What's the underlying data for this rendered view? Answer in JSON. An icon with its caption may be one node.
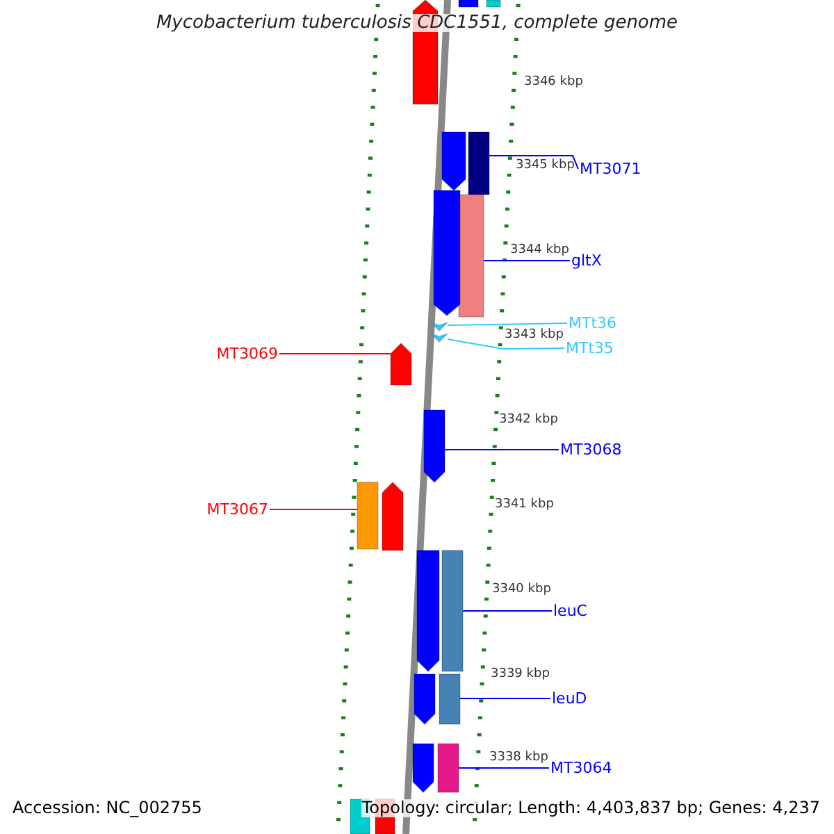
{
  "diagram": {
    "title": "Mycobacterium tuberculosis CDC1551, complete genome",
    "nodes": [
      {
        "text": [
          "MT3071"
        ]
      },
      {
        "text": [],
        "shape": "bar"
      },
      {
        "text": [
          "gltX"
        ]
      },
      {
        "text": [],
        "shape": "bar"
      },
      {
        "text": [
          "MTt36"
        ]
      },
      {
        "text": [],
        "shape": "bar"
      },
      {
        "text": [
          "MTt35"
        ]
      },
      {
        "text": [],
        "shape": "bar"
      },
      {
        "text": [
          "MT3069"
        ]
      },
      {
        "text": [],
        "shape": "bar"
      },
      {
        "text": [
          "MT3068"
        ]
      },
      {
        "text": [],
        "shape": "bar"
      },
      {
        "text": [
          "MT3067"
        ]
      },
      {
        "text": [],
        "shape": "bar"
      },
      {
        "text": [
          "leuC"
        ]
      },
      {
        "text": [],
        "shape": "bar"
      },
      {
        "text": [
          "leuD"
        ]
      },
      {
        "text": [],
        "shape": "bar"
      },
      {
        "text": [
          "MT3064"
        ]
      },
      {
        "text": [],
        "shape": "bar"
      },
      {
        "text": [],
        "shape": "bar"
      },
      {
        "text": [],
        "shape": "bar"
      },
      {
        "text": [],
        "shape": "bar"
      },
      {
        "text": [],
        "shape": "bar"
      },
      {
        "text": [],
        "shape": "bar"
      },
      {
        "text": [],
        "shape": "bar"
      },
      {
        "text": [],
        "shape": "bar"
      },
      {
        "text": [],
        "shape": "bar"
      },
      {
        "text": [],
        "shape": "bar"
      },
      {
        "text": [],
        "shape": "bar"
      },
      {
        "text": [],
        "shape": "bar"
      }
    ],
    "edges": [
      {
        "from": 0,
        "to": 1,
        "arrow": "none"
      },
      {
        "from": 2,
        "to": 3,
        "arrow": "none"
      },
      {
        "from": 4,
        "to": 5,
        "arrow": "none",
        "color": "#33ccff"
      },
      {
        "from": 6,
        "to": 7,
        "arrow": "none",
        "color": "#33ccff"
      },
      {
        "from": 8,
        "to": 9,
        "arrow": "none",
        "color": "#ff0000"
      },
      {
        "from": 10,
        "to": 11,
        "arrow": "none"
      },
      {
        "from": 12,
        "to": 13,
        "arrow": "none",
        "color": "#ff0000"
      },
      {
        "from": 14,
        "to": 15,
        "arrow": "none"
      },
      {
        "from": 16,
        "to": 17,
        "arrow": "none"
      },
      {
        "from": 18,
        "to": 19,
        "arrow": "none"
      }
    ],
    "labels": [
      "3346 kbp",
      "3345 kbp",
      "3344 kbp",
      "3343 kbp",
      "3342 kbp",
      "3341 kbp",
      "3340 kbp",
      "3339 kbp",
      "3338 kbp",
      "Accession: NC_002755",
      "Topology: circular; Length: 4,403,837 bp; Genes: 4,237"
    ]
  }
}
